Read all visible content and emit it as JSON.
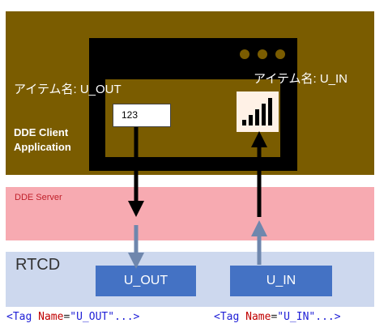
{
  "client": {
    "label_line1": "DDE Client",
    "label_line2": "Application",
    "item_out_label": "アイテム名: U_OUT",
    "item_in_label": "アイテム名: U_IN",
    "out_value": "123"
  },
  "server": {
    "label": "DDE Server"
  },
  "rtcd": {
    "label": "RTCD",
    "tag_out": "U_OUT",
    "tag_in": "U_IN"
  },
  "xml_out": {
    "open": "<",
    "elem": "Tag",
    "attr": "Name",
    "eq": "=",
    "value": "\"U_OUT\"",
    "rest": "...>"
  },
  "xml_in": {
    "open": "<",
    "elem": "Tag",
    "attr": "Name",
    "eq": "=",
    "value": "\"U_IN\"",
    "rest": "...>"
  },
  "colors": {
    "client_bg": "#7a5c00",
    "server_bg": "#f7aab1",
    "rtcd_bg": "#cdd8ee",
    "tag_box": "#4472c4"
  }
}
